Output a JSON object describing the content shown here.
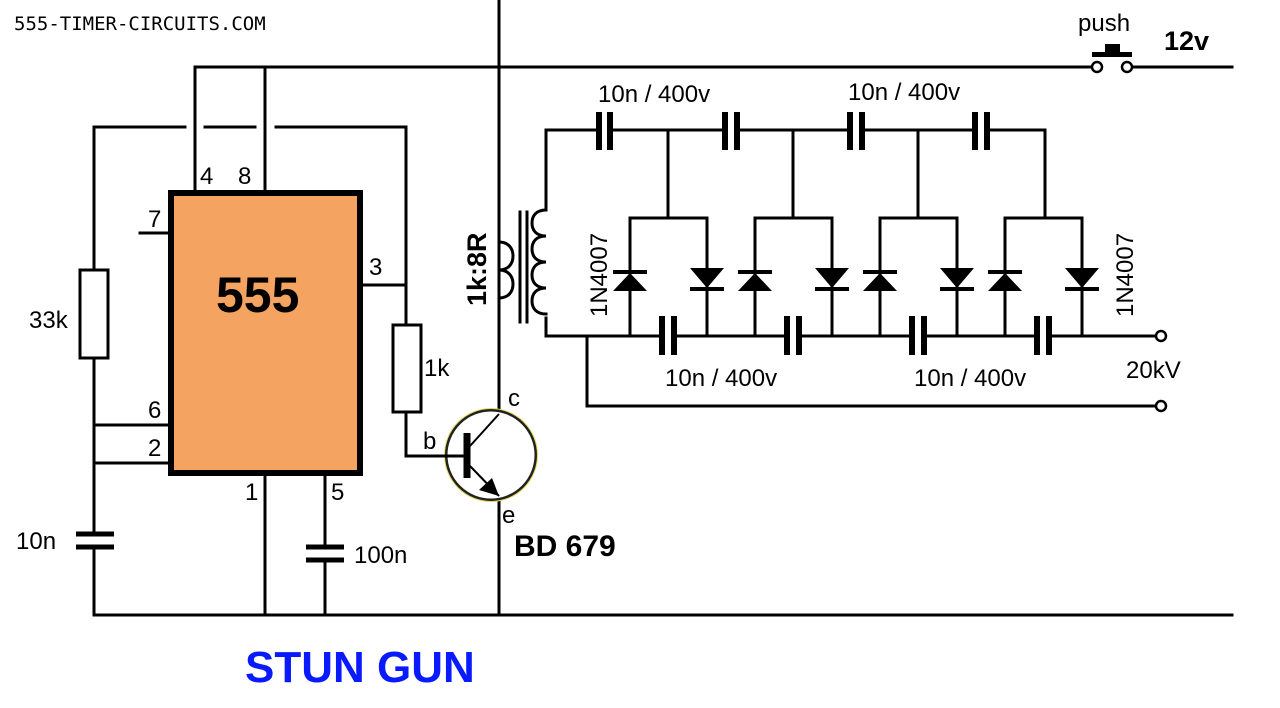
{
  "header": {
    "site": "555-TIMER-CIRCUITS.COM"
  },
  "title": "STUN GUN",
  "colors": {
    "ic_fill": "#f4a460",
    "title": "#0a1aff",
    "wire": "#000000",
    "background": "#ffffff"
  },
  "ic": {
    "label": "555",
    "pins": {
      "p4": "4",
      "p8": "8",
      "p7": "7",
      "p3": "3",
      "p6": "6",
      "p2": "2",
      "p1": "1",
      "p5": "5"
    }
  },
  "components": {
    "r_timing": "33k",
    "r_base": "1k",
    "c_timing": "10n",
    "c_control": "100n",
    "transformer": "1k:8R",
    "transistor": "BD 679",
    "transistor_pins": {
      "c": "c",
      "b": "b",
      "e": "e"
    },
    "diode_left": "1N4007",
    "diode_right": "1N4007",
    "cap_top_1": "10n / 400v",
    "cap_top_2": "10n / 400v",
    "cap_bot_1": "10n / 400v",
    "cap_bot_2": "10n / 400v",
    "switch": "push",
    "supply": "12v",
    "output": "20kV"
  }
}
